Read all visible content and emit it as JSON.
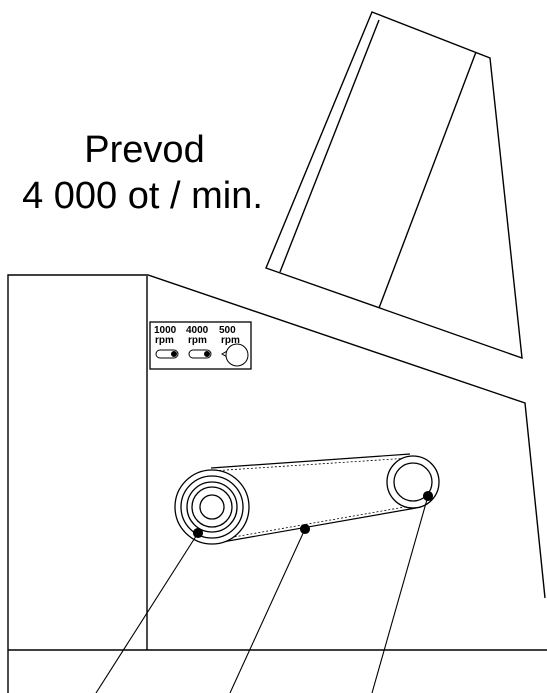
{
  "caption": {
    "line1": "Prevod",
    "line2": "4 000 ot / min."
  },
  "speed_panel": {
    "positions": [
      {
        "value": "1000",
        "unit": "rpm"
      },
      {
        "value": "4000",
        "unit": "rpm"
      },
      {
        "value": "500",
        "unit": "rpm"
      }
    ]
  },
  "colors": {
    "line": "#000000",
    "background": "#ffffff"
  }
}
